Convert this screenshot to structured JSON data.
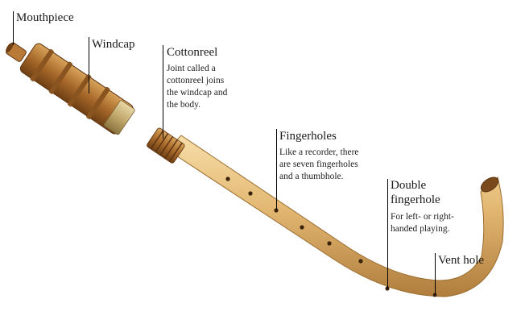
{
  "labels": {
    "mouthpiece": {
      "title": "Mouthpiece"
    },
    "windcap": {
      "title": "Windcap"
    },
    "cottonreel": {
      "title": "Cottonreel",
      "description": [
        "Joint called a",
        "cottonreel joins",
        "the windcap and",
        "the body."
      ]
    },
    "fingerholes": {
      "title": "Fingerholes",
      "description": [
        "Like a recorder, there",
        "are seven fingerholes",
        "and a thumbhole."
      ]
    },
    "double_fingerhole": {
      "title": [
        "Double",
        "fingerhole"
      ],
      "description": [
        "For left- or right-",
        "handed playing."
      ]
    },
    "vent_hole": {
      "title": "Vent hole"
    }
  },
  "colors": {
    "wood_light": "#e8c58a",
    "wood_mid": "#c9964d",
    "wood_dark": "#8a5a22",
    "brass_ring": "#c9b27a",
    "leader_line": "#000000"
  }
}
